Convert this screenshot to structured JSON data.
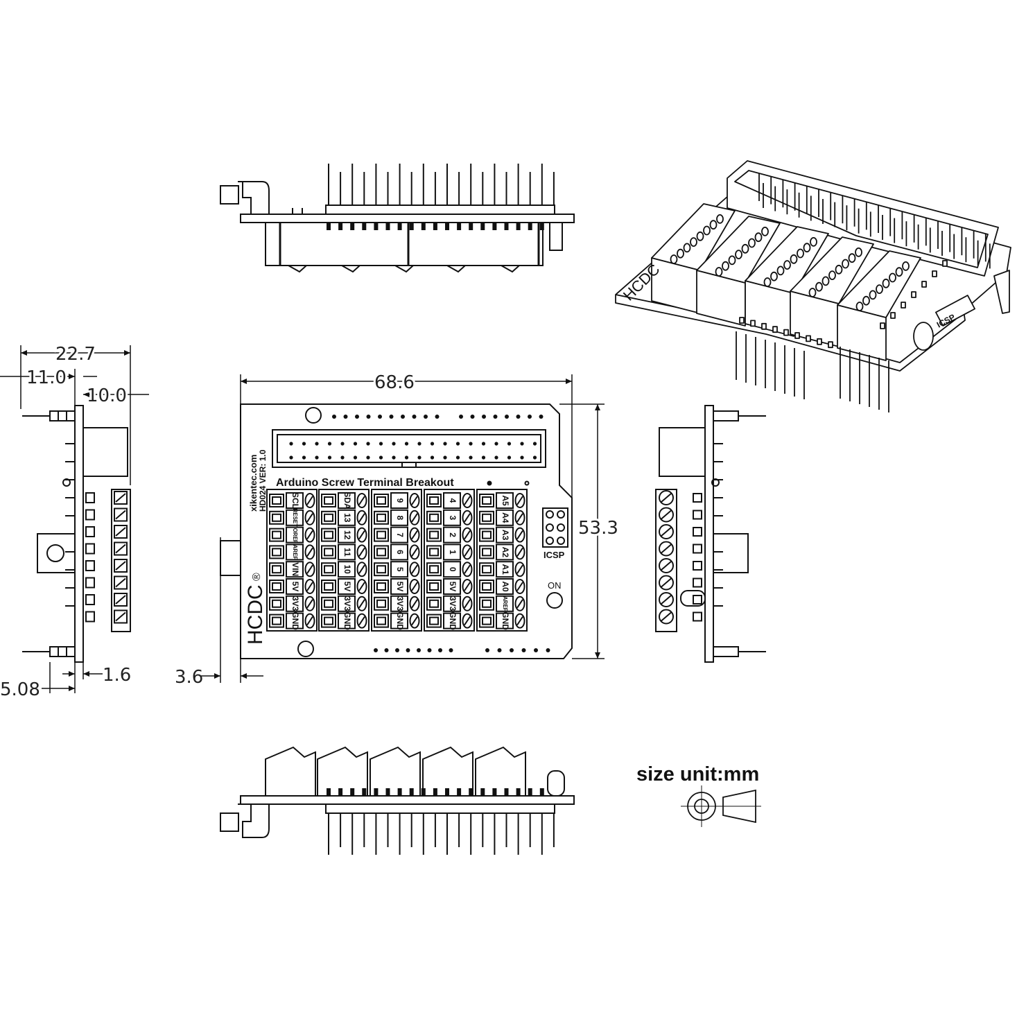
{
  "dimensions": {
    "width_top": "22.7",
    "offset_left": "11.0",
    "offset_right": "10.0",
    "board_width": "68.6",
    "board_height": "53.3",
    "pcb_thickness": "1.6",
    "pin_pitch": "5.08",
    "plug_offset": "3.6"
  },
  "board": {
    "website": "xikentec.com",
    "model": "HD024  VER: 1.0",
    "title": "Arduino Screw Terminal Breakout",
    "brand": "HCDC",
    "registered": "®",
    "icsp": "ICSP",
    "led": "ON"
  },
  "terminal_blocks": [
    [
      "SCL",
      "RESET",
      "IOREF",
      "AREF",
      "VIN",
      "5V",
      "3V3",
      "GND"
    ],
    [
      "SDA",
      "13",
      "12",
      "11",
      "10",
      "5V",
      "3V3",
      "GND"
    ],
    [
      "9",
      "8",
      "7",
      "6",
      "5",
      "5V",
      "3V3",
      "GND"
    ],
    [
      "4",
      "3",
      "2",
      "1",
      "0",
      "5V",
      "3V3",
      "GND"
    ],
    [
      "A5",
      "A4",
      "A3",
      "A2",
      "A1",
      "A0",
      "AREF",
      "GND"
    ]
  ],
  "legend": {
    "unit": "size unit:mm"
  },
  "iso": {
    "brand": "HCDC",
    "icsp": "ICSP"
  },
  "colors": {
    "line": "#111111",
    "background": "#ffffff"
  }
}
